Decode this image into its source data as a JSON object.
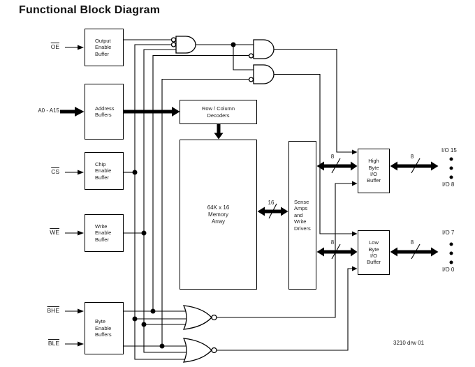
{
  "title": "Functional Block Diagram",
  "drawing_number": "3210 drw 01",
  "inputs": {
    "oe": "OE",
    "addr": "A0 - A15",
    "cs": "CS",
    "we": "WE",
    "bhe": "BHE",
    "ble": "BLE"
  },
  "blocks": {
    "output_enable": "Output\nEnable\nBuffer",
    "address_buffers": "Address\nBuffers",
    "chip_enable": "Chip\nEnable\nBuffer",
    "write_enable": "Write\nEnable\nBuffer",
    "byte_enable": "Byte\nEnable\nBuffers",
    "decoders": "Row / Column\nDecoders",
    "memory": "64K x 16\nMemory\nArray",
    "sense": "Sense\nAmps\nand\nWrite\nDrivers",
    "high_byte": "High\nByte\nI/O\nBuffer",
    "low_byte": "Low\nByte\nI/O\nBuffer"
  },
  "buses": {
    "mem_sense": "16",
    "sense_high": "8",
    "high_io": "8",
    "sense_low": "8",
    "low_io": "8"
  },
  "io_labels": {
    "io15": "I/O 15",
    "io8": "I/O 8",
    "io7": "I/O 7",
    "io0": "I/O 0"
  },
  "colors": {
    "line": "#000000",
    "text": "#1a1a1a",
    "background": "#ffffff"
  }
}
